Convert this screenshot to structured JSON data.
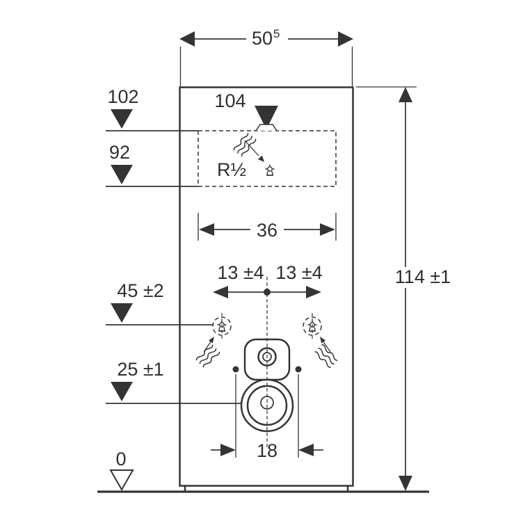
{
  "page": {
    "background": "#ffffff"
  },
  "drawing": {
    "type": "technical dimensional drawing of sanitary module",
    "line_color": "#343434",
    "labels": {
      "overall_width_main": "50",
      "overall_width_sup": "5",
      "inlet_offset_top": "104",
      "inlet_zone_top": "102",
      "inlet_zone_bottom": "92",
      "water_connection_size": "R½",
      "inlet_zone_width": "36",
      "supply_offset_left": "13 ±4",
      "supply_offset_right": "13 ±4",
      "supply_height": "45 ±2",
      "outlet_height": "25 ±1",
      "overall_height": "114 ±1",
      "fixing_spacing": "18",
      "floor_level": "0"
    }
  }
}
